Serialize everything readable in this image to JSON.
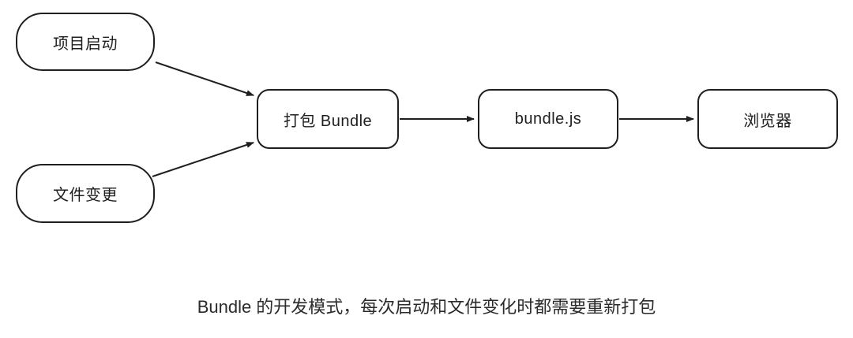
{
  "diagram": {
    "nodes": [
      {
        "id": "project-start",
        "label": "项目启动",
        "shape": "pill"
      },
      {
        "id": "file-change",
        "label": "文件变更",
        "shape": "pill"
      },
      {
        "id": "bundle",
        "label": "打包 Bundle",
        "shape": "rounded-rect"
      },
      {
        "id": "bundle-js",
        "label": "bundle.js",
        "shape": "rounded-rect"
      },
      {
        "id": "browser",
        "label": "浏览器",
        "shape": "rounded-rect"
      }
    ],
    "edges": [
      {
        "from": "project-start",
        "to": "bundle"
      },
      {
        "from": "file-change",
        "to": "bundle"
      },
      {
        "from": "bundle",
        "to": "bundle-js"
      },
      {
        "from": "bundle-js",
        "to": "browser"
      }
    ],
    "caption": "Bundle 的开发模式，每次启动和文件变化时都需要重新打包"
  },
  "colors": {
    "stroke": "#1f1f1f",
    "text": "#1f1f1f",
    "caption_text": "#2b2b2b",
    "background": "#ffffff",
    "node_fill": "#ffffff"
  }
}
